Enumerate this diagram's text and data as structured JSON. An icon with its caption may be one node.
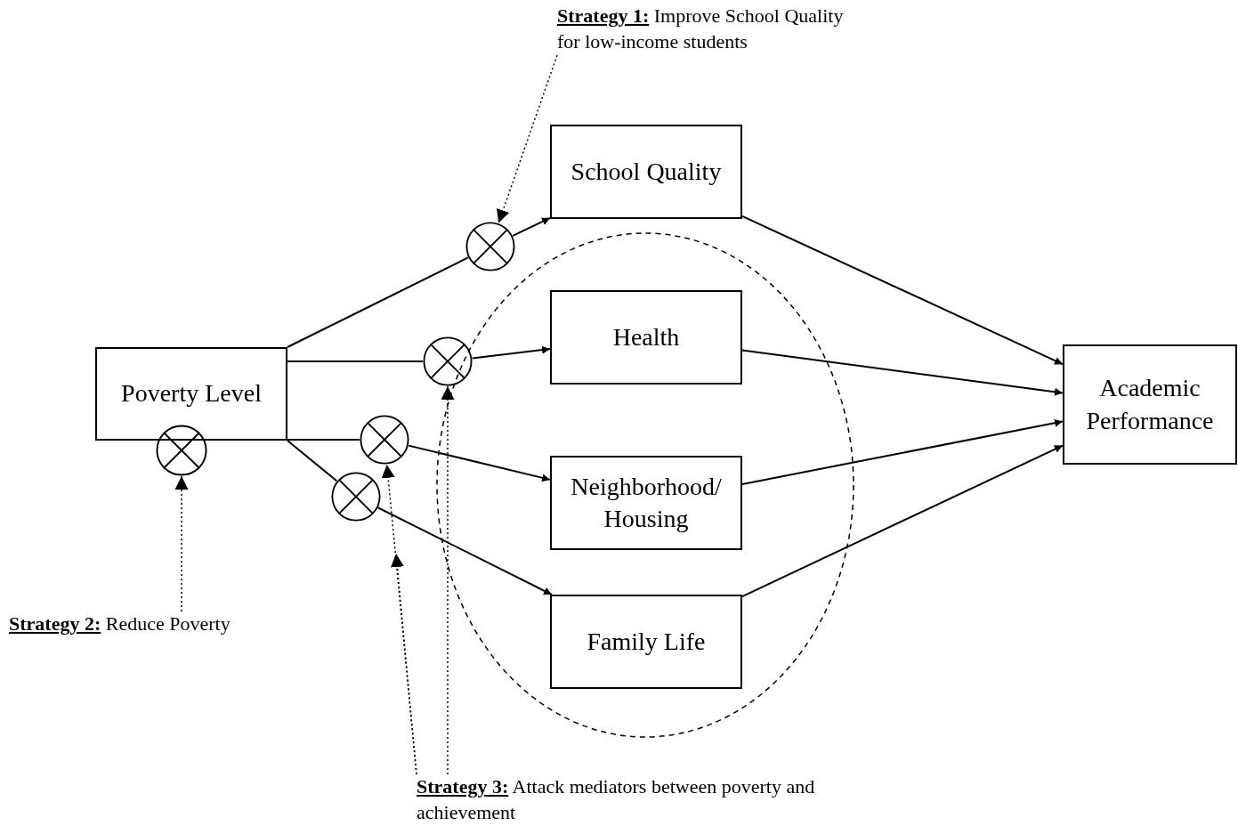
{
  "diagram": {
    "nodes": [
      {
        "text": [
          "Poverty Level"
        ]
      },
      {
        "text": [
          "School Quality"
        ]
      },
      {
        "text": [
          "Health"
        ]
      },
      {
        "text": [
          "Neighborhood/ Housing"
        ]
      },
      {
        "text": [
          "Family Life"
        ]
      },
      {
        "text": [
          "Academic Performance"
        ]
      },
      {
        "text": [
          "**Strategy 1:** Improve School Quality for low-income students"
        ]
      },
      {
        "text": [
          "**Strategy 2:** Reduce Poverty"
        ]
      },
      {
        "text": [
          "**Strategy 3:** Attack mediators between poverty and achievement"
        ]
      },
      {
        "text": [],
        "shape": "circle"
      },
      {
        "text": [],
        "shape": "circle"
      },
      {
        "text": [],
        "shape": "circle"
      },
      {
        "text": [],
        "shape": "circle"
      },
      {
        "text": [],
        "shape": "circle"
      }
    ],
    "edges": [
      {
        "from": 0,
        "to": 9,
        "arrow": "none"
      },
      {
        "from": 9,
        "to": 1,
        "arrow": "to"
      },
      {
        "from": 0,
        "to": 10,
        "arrow": "none"
      },
      {
        "from": 10,
        "to": 2,
        "arrow": "to"
      },
      {
        "from": 0,
        "to": 12,
        "arrow": "none"
      },
      {
        "from": 12,
        "to": 3,
        "arrow": "to"
      },
      {
        "from": 0,
        "to": 13,
        "arrow": "none"
      },
      {
        "from": 13,
        "to": 4,
        "arrow": "to"
      },
      {
        "from": 1,
        "to": 5,
        "arrow": "to"
      },
      {
        "from": 2,
        "to": 5,
        "arrow": "to"
      },
      {
        "from": 3,
        "to": 5,
        "arrow": "to"
      },
      {
        "from": 4,
        "to": 5,
        "arrow": "to"
      },
      {
        "from": 6,
        "to": 9,
        "arrow": "to",
        "style": "dashed"
      },
      {
        "from": 7,
        "to": 11,
        "arrow": "to",
        "style": "dashed"
      },
      {
        "from": 8,
        "to": 10,
        "arrow": "to",
        "style": "dashed"
      },
      {
        "from": 8,
        "to": 12,
        "arrow": "to",
        "style": "dashed"
      },
      {
        "from": 8,
        "to": null,
        "arrow": "to",
        "style": "dashed"
      }
    ]
  }
}
